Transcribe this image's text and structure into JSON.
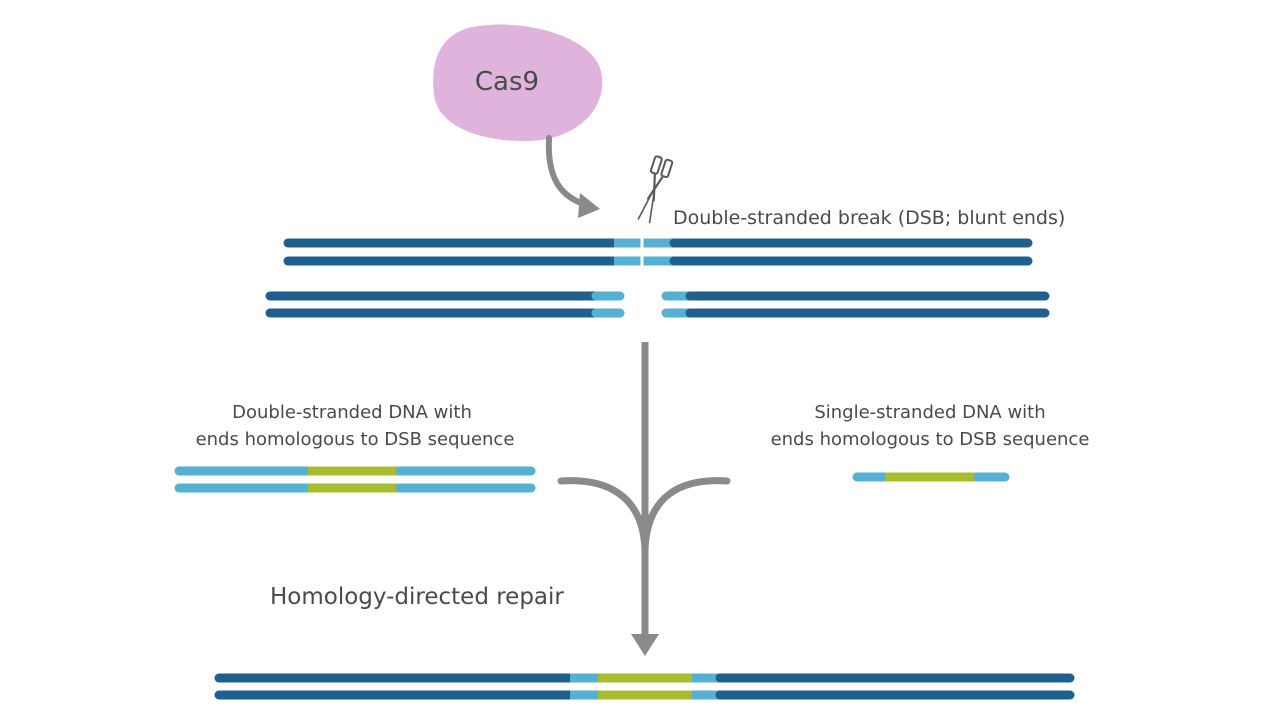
{
  "protein": {
    "label": "Cas9",
    "color": "#dfb3dc"
  },
  "break_label": "Double-stranded break (DSB; blunt ends)",
  "donors": {
    "double_stranded": {
      "line1": "Double-stranded DNA with",
      "line2": "ends homologous to DSB sequence"
    },
    "single_stranded": {
      "line1": "Single-stranded DNA with",
      "line2": "ends homologous to DSB sequence"
    }
  },
  "process_label": "Homology-directed repair",
  "colors": {
    "dna_dark": "#1f5f8f",
    "dna_light": "#55b0d3",
    "insert": "#a8bd2e",
    "arrow": "#8a8a8a",
    "text": "#4a4a4a"
  },
  "icons": {
    "scissors": "scissors-icon"
  }
}
